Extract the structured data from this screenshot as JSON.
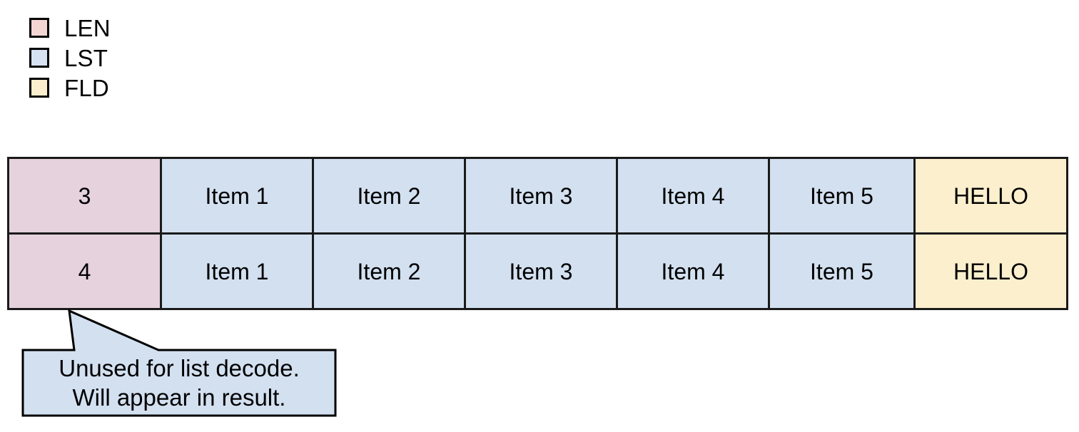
{
  "legend": {
    "items": [
      {
        "label": "LEN",
        "color": "#f3d6d4",
        "icon": "legend-swatch-icon"
      },
      {
        "label": "LST",
        "color": "#d6e2f2",
        "icon": "legend-swatch-icon"
      },
      {
        "label": "FLD",
        "color": "#fbeecc",
        "icon": "legend-swatch-icon"
      }
    ]
  },
  "colors": {
    "len_fill": "#e5d2dd",
    "lst_fill": "#d3e0f0",
    "fld_fill": "#fcefcd",
    "border": "#1a1a1a",
    "callout_fill": "#d3e0f0",
    "background": "#ffffff"
  },
  "table": {
    "columns": [
      {
        "kind": "LEN"
      },
      {
        "kind": "LST"
      },
      {
        "kind": "LST"
      },
      {
        "kind": "LST"
      },
      {
        "kind": "LST"
      },
      {
        "kind": "LST"
      },
      {
        "kind": "FLD"
      }
    ],
    "rows": [
      {
        "cells": [
          "3",
          "Item 1",
          "Item 2",
          "Item 3",
          "Item 4",
          "Item 5",
          "HELLO"
        ]
      },
      {
        "cells": [
          "4",
          "Item 1",
          "Item 2",
          "Item 3",
          "Item 4",
          "Item 5",
          "HELLO"
        ]
      }
    ]
  },
  "callout": {
    "line1": "Unused for list decode.",
    "line2": "Will appear in result.",
    "points_to": "len-cell-row-2"
  }
}
